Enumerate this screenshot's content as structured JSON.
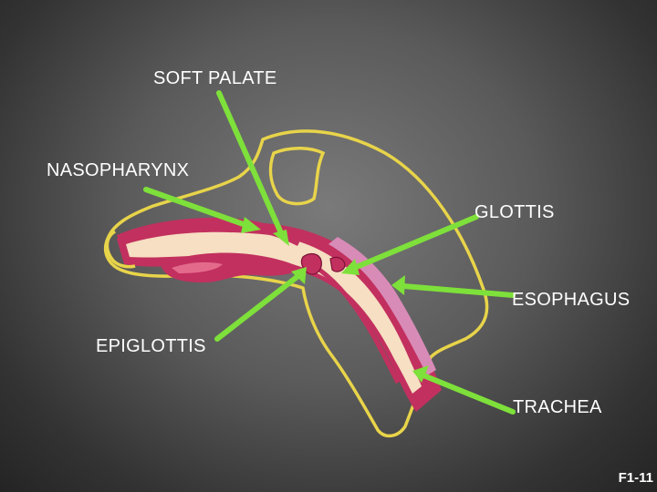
{
  "labels": {
    "soft_palate": "SOFT PALATE",
    "nasopharynx": "NASOPHARYNX",
    "glottis": "GLOTTIS",
    "esophagus": "ESOPHAGUS",
    "epiglottis": "EPIGLOTTIS",
    "trachea": "TRACHEA"
  },
  "figure_id": "F1-11",
  "colors": {
    "outline": "#e8d44a",
    "arrow": "#7ee03a",
    "label_text": "#ffffff",
    "tissue_pink": "#c2305f",
    "tissue_light": "#f6dfc2",
    "esophagus_pink": "#d98bb7"
  }
}
